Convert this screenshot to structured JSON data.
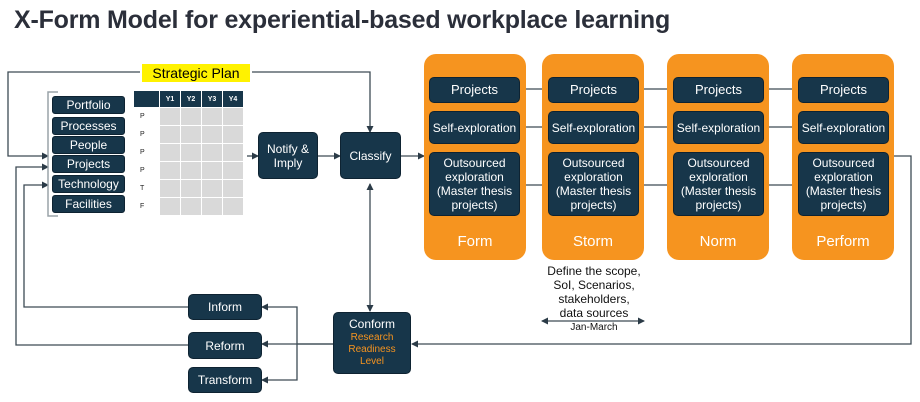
{
  "title": "X-Form Model for experiential-based workplace learning",
  "strategic_plan": "Strategic Plan",
  "inputs": [
    "Portfolio",
    "Processes",
    "People",
    "Projects",
    "Technology",
    "Facilities"
  ],
  "plan_table": {
    "columns": [
      "Y1",
      "Y2",
      "Y3",
      "Y4"
    ],
    "row_labels": [
      "P",
      "P",
      "P",
      "P",
      "T",
      "F"
    ]
  },
  "notify": "Notify & Imply",
  "classify": "Classify",
  "stages": [
    {
      "name": "Form",
      "items": [
        "Projects",
        "Self-exploration",
        "Outsourced exploration (Master thesis projects)"
      ]
    },
    {
      "name": "Storm",
      "items": [
        "Projects",
        "Self-exploration",
        "Outsourced exploration (Master thesis projects)"
      ]
    },
    {
      "name": "Norm",
      "items": [
        "Projects",
        "Self-exploration",
        "Outsourced exploration (Master thesis projects)"
      ]
    },
    {
      "name": "Perform",
      "items": [
        "Projects",
        "Self-exploration",
        "Outsourced exploration (Master thesis projects)"
      ]
    }
  ],
  "storm_note": [
    "Define the scope,",
    "SoI, Scenarios,",
    "stakeholders,",
    "data sources"
  ],
  "storm_period": "Jan-March",
  "conform": {
    "label": "Conform",
    "sub": "Research Readiness Level"
  },
  "feedback": [
    "Inform",
    "Reform",
    "Transform"
  ],
  "colors": {
    "node": "#17364a",
    "stage": "#f6941f",
    "highlight": "#fff200",
    "sub_text": "#f6941f"
  }
}
